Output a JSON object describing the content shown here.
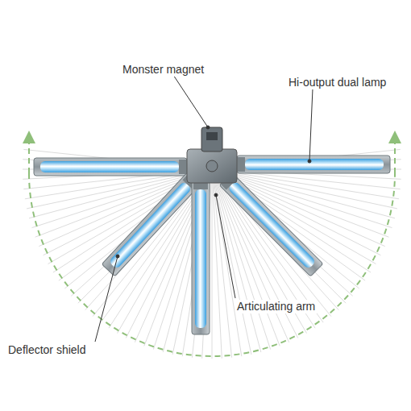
{
  "diagram": {
    "labels": [
      "Monster magnet",
      "Hi-output dual lamp",
      "Articulating arm",
      "Deflector shield"
    ]
  }
}
